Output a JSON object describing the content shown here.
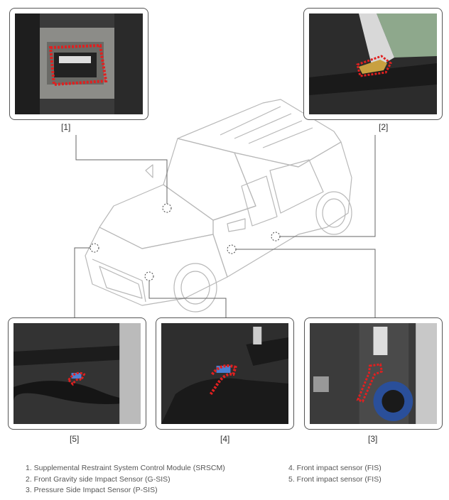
{
  "callouts": {
    "c1": "[1]",
    "c2": "[2]",
    "c3": "[3]",
    "c4": "[4]",
    "c5": "[5]"
  },
  "legend": [
    "1. Supplemental Restraint System Control Module (SRSCM)",
    "2. Front Gravity side Impact Sensor (G-SIS)",
    "3. Pressure Side Impact Sensor (P-SIS)",
    "4. Front impact sensor (FIS)",
    "5. Front impact sensor (FIS)"
  ],
  "colors": {
    "highlight": "#e02020",
    "line": "#666666",
    "car_line": "#b0b0b0"
  }
}
